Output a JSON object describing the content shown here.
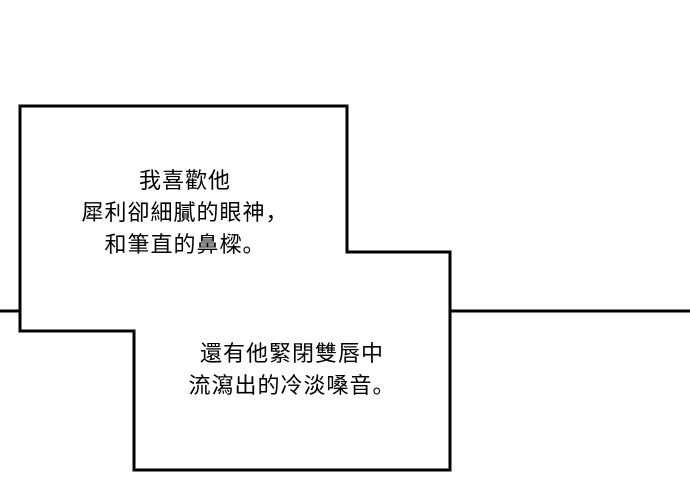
{
  "colors": {
    "background": "#ffffff",
    "ink": "#000000"
  },
  "captions": {
    "top": {
      "lines": [
        "我喜歡他",
        "犀利卻細膩的眼神，",
        "和筆直的鼻樑。"
      ]
    },
    "bottom": {
      "lines": [
        "還有他緊閉雙唇中",
        "流瀉出的冷淡嗓音。"
      ]
    }
  }
}
